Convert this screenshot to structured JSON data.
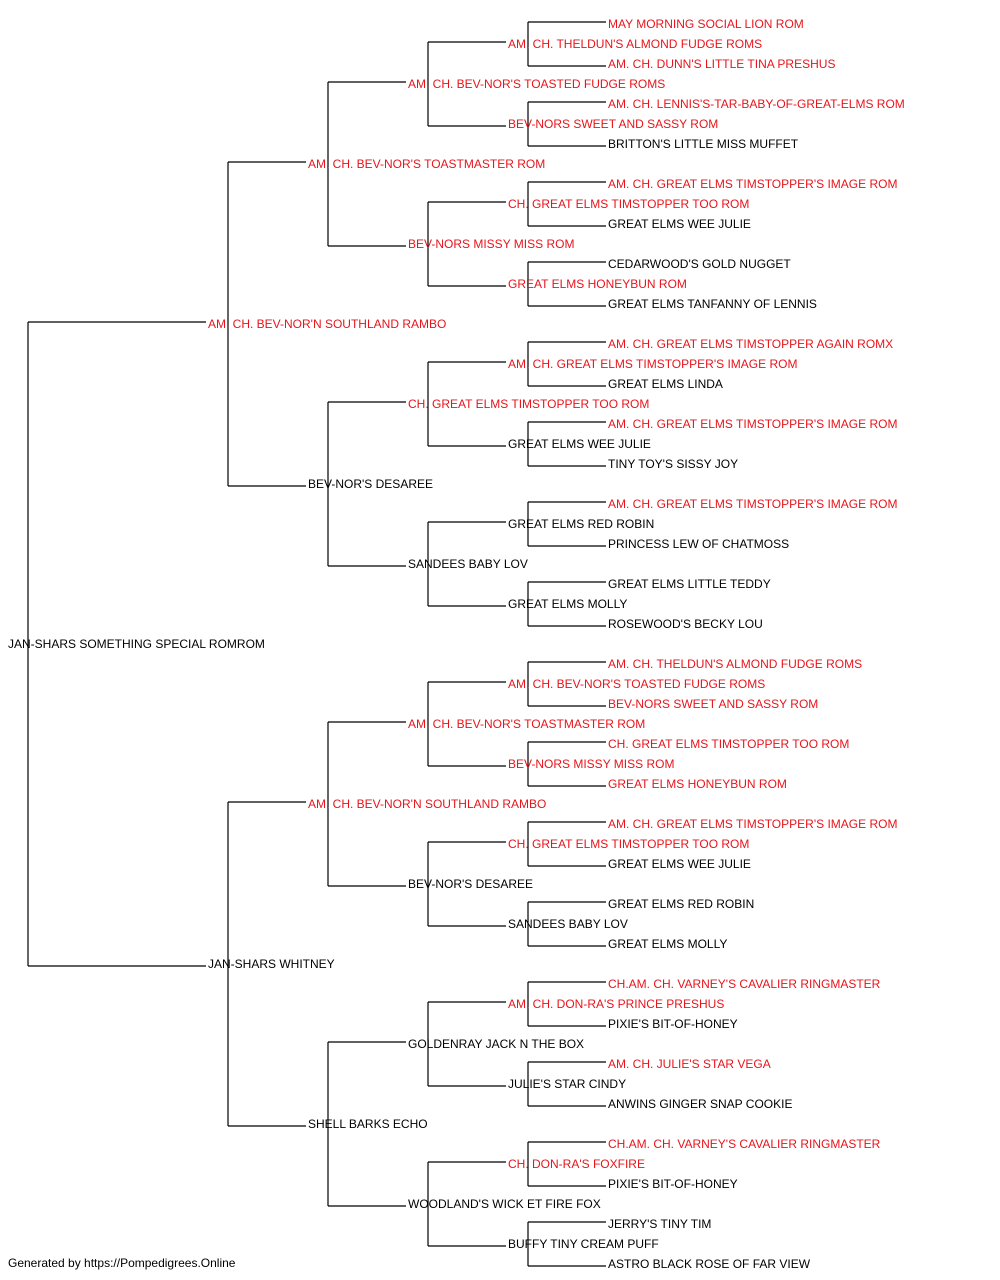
{
  "colors": {
    "champion": "#e8141b",
    "normal": "#000000",
    "line": "#000000"
  },
  "pedigree": {
    "name": "JAN-SHARS SOMETHING SPECIAL ROMROM",
    "ch": false,
    "sire": {
      "name": "AM. CH. BEV-NOR'N SOUTHLAND RAMBO",
      "ch": true,
      "sire": {
        "name": "AM. CH. BEV-NOR'S TOASTMASTER ROM",
        "ch": true,
        "sire": {
          "name": "AM. CH. BEV-NOR'S TOASTED FUDGE ROMS",
          "ch": true,
          "sire": {
            "name": "AM. CH. THELDUN'S ALMOND FUDGE ROMS",
            "ch": true,
            "sire": {
              "name": "MAY MORNING SOCIAL LION ROM",
              "ch": true
            },
            "dam": {
              "name": "AM. CH. DUNN'S LITTLE TINA PRESHUS",
              "ch": true
            }
          },
          "dam": {
            "name": "BEV-NORS SWEET AND SASSY ROM",
            "ch": true,
            "sire": {
              "name": "AM. CH. LENNIS'S-TAR-BABY-OF-GREAT-ELMS ROM",
              "ch": true
            },
            "dam": {
              "name": "BRITTON'S LITTLE MISS MUFFET",
              "ch": false
            }
          }
        },
        "dam": {
          "name": "BEV-NORS MISSY MISS ROM",
          "ch": true,
          "sire": {
            "name": "CH. GREAT ELMS TIMSTOPPER TOO ROM",
            "ch": true,
            "sire": {
              "name": "AM. CH. GREAT ELMS TIMSTOPPER'S IMAGE ROM",
              "ch": true
            },
            "dam": {
              "name": "GREAT ELMS WEE JULIE",
              "ch": false
            }
          },
          "dam": {
            "name": "GREAT ELMS HONEYBUN ROM",
            "ch": true,
            "sire": {
              "name": "CEDARWOOD'S GOLD NUGGET",
              "ch": false
            },
            "dam": {
              "name": "GREAT ELMS TANFANNY OF LENNIS",
              "ch": false
            }
          }
        }
      },
      "dam": {
        "name": "BEV-NOR'S DESAREE",
        "ch": false,
        "sire": {
          "name": "CH. GREAT ELMS TIMSTOPPER TOO ROM",
          "ch": true,
          "sire": {
            "name": "AM. CH. GREAT ELMS TIMSTOPPER'S IMAGE ROM",
            "ch": true,
            "sire": {
              "name": "AM. CH. GREAT ELMS TIMSTOPPER AGAIN ROMX",
              "ch": true
            },
            "dam": {
              "name": "GREAT ELMS LINDA",
              "ch": false
            }
          },
          "dam": {
            "name": "GREAT ELMS WEE JULIE",
            "ch": false,
            "sire": {
              "name": "AM. CH. GREAT ELMS TIMSTOPPER'S IMAGE ROM",
              "ch": true
            },
            "dam": {
              "name": "TINY TOY'S SISSY JOY",
              "ch": false
            }
          }
        },
        "dam": {
          "name": "SANDEES BABY LOV",
          "ch": false,
          "sire": {
            "name": "GREAT ELMS RED ROBIN",
            "ch": false,
            "sire": {
              "name": "AM. CH. GREAT ELMS TIMSTOPPER'S IMAGE ROM",
              "ch": true
            },
            "dam": {
              "name": "PRINCESS LEW OF CHATMOSS",
              "ch": false
            }
          },
          "dam": {
            "name": "GREAT ELMS MOLLY",
            "ch": false,
            "sire": {
              "name": "GREAT ELMS LITTLE TEDDY",
              "ch": false
            },
            "dam": {
              "name": "ROSEWOOD'S BECKY LOU",
              "ch": false
            }
          }
        }
      }
    },
    "dam": {
      "name": "JAN-SHARS WHITNEY",
      "ch": false,
      "sire": {
        "name": "AM. CH. BEV-NOR'N SOUTHLAND RAMBO",
        "ch": true,
        "sire": {
          "name": "AM. CH. BEV-NOR'S TOASTMASTER ROM",
          "ch": true,
          "sire": {
            "name": "AM. CH. BEV-NOR'S TOASTED FUDGE ROMS",
            "ch": true,
            "sire": {
              "name": "AM. CH. THELDUN'S ALMOND FUDGE ROMS",
              "ch": true
            },
            "dam": {
              "name": "BEV-NORS SWEET AND SASSY ROM",
              "ch": true
            }
          },
          "dam": {
            "name": "BEV-NORS MISSY MISS ROM",
            "ch": true,
            "sire": {
              "name": "CH. GREAT ELMS TIMSTOPPER TOO ROM",
              "ch": true
            },
            "dam": {
              "name": "GREAT ELMS HONEYBUN ROM",
              "ch": true
            }
          }
        },
        "dam": {
          "name": "BEV-NOR'S DESAREE",
          "ch": false,
          "sire": {
            "name": "CH. GREAT ELMS TIMSTOPPER TOO ROM",
            "ch": true,
            "sire": {
              "name": "AM. CH. GREAT ELMS TIMSTOPPER'S IMAGE ROM",
              "ch": true
            },
            "dam": {
              "name": "GREAT ELMS WEE JULIE",
              "ch": false
            }
          },
          "dam": {
            "name": "SANDEES BABY LOV",
            "ch": false,
            "sire": {
              "name": "GREAT ELMS RED ROBIN",
              "ch": false
            },
            "dam": {
              "name": "GREAT ELMS MOLLY",
              "ch": false
            }
          }
        }
      },
      "dam": {
        "name": "SHELL BARKS ECHO",
        "ch": false,
        "sire": {
          "name": "GOLDENRAY JACK N THE BOX",
          "ch": false,
          "sire": {
            "name": "AM. CH. DON-RA'S PRINCE PRESHUS",
            "ch": true,
            "sire": {
              "name": "CH.AM. CH. VARNEY'S CAVALIER RINGMASTER",
              "ch": true
            },
            "dam": {
              "name": "PIXIE'S BIT-OF-HONEY",
              "ch": false
            }
          },
          "dam": {
            "name": "JULIE'S STAR CINDY",
            "ch": false,
            "sire": {
              "name": "AM. CH. JULIE'S STAR VEGA",
              "ch": true
            },
            "dam": {
              "name": "ANWINS GINGER SNAP COOKIE",
              "ch": false
            }
          }
        },
        "dam": {
          "name": "WOODLAND'S WICK ET FIRE FOX",
          "ch": false,
          "sire": {
            "name": "CH. DON-RA'S FOXFIRE",
            "ch": true,
            "sire": {
              "name": "CH.AM. CH. VARNEY'S CAVALIER RINGMASTER",
              "ch": true
            },
            "dam": {
              "name": "PIXIE'S BIT-OF-HONEY",
              "ch": false
            }
          },
          "dam": {
            "name": "BUFFY TINY CREAM PUFF",
            "ch": false,
            "sire": {
              "name": "JERRY'S TINY TIM",
              "ch": false
            },
            "dam": {
              "name": "ASTRO BLACK ROSE OF FAR VIEW",
              "ch": false
            }
          }
        }
      }
    }
  },
  "footer": {
    "text": "Generated by https://Pompedigrees.Online"
  }
}
